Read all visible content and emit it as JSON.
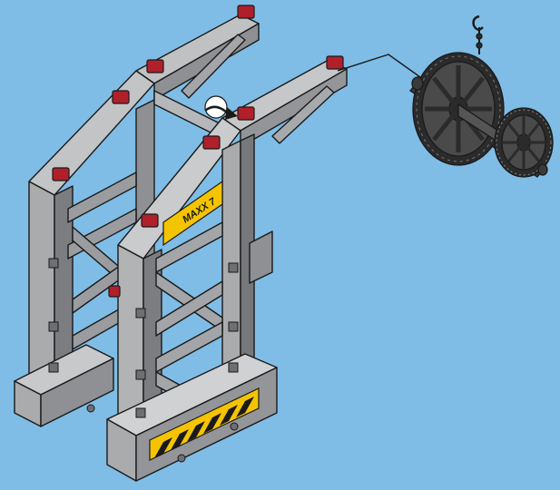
{
  "instruction_page": {
    "background_color": "#7fbde6",
    "colors": {
      "frame_gray": "#a9abad",
      "frame_dark": "#6d6f72",
      "outline": "#1a1a1a",
      "peg_red": "#b0202a",
      "label_yellow": "#f5c400",
      "wheel_dark": "#2b2b2b"
    },
    "assembly": {
      "front_tower_label": "MAXX 7",
      "stripe_plate_pattern": "yellow-black-hazard-stripes",
      "rope_connection": "rope-from-tower-top-to-winch",
      "winch": {
        "hook_icon": "hook-icon",
        "large_wheel_icon": "spoked-wheel-icon",
        "small_gear_icon": "gear-wheel-icon"
      },
      "assembly_arrow_icon": "curved-arrow-icon"
    }
  }
}
